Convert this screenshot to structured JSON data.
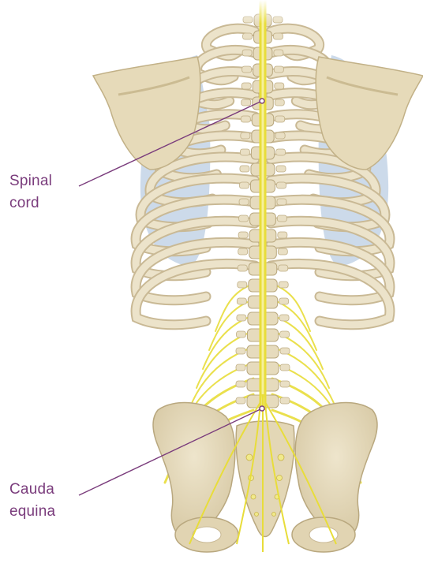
{
  "figure": {
    "labels": {
      "spinal_cord": {
        "line1": "Spinal",
        "line2": "cord"
      },
      "cauda_equina": {
        "line1": "Cauda",
        "line2": "equina"
      }
    },
    "colors": {
      "bone": "#e7dcc0",
      "bone_shade": "#c9b995",
      "bone_outline": "#b7a67f",
      "lung": "#c3d3e6",
      "nerve": "#e8dd3a",
      "nerve_light": "#f3ec86",
      "label_text": "#7a3c7c",
      "leader_line": "#7a3c7c"
    }
  }
}
